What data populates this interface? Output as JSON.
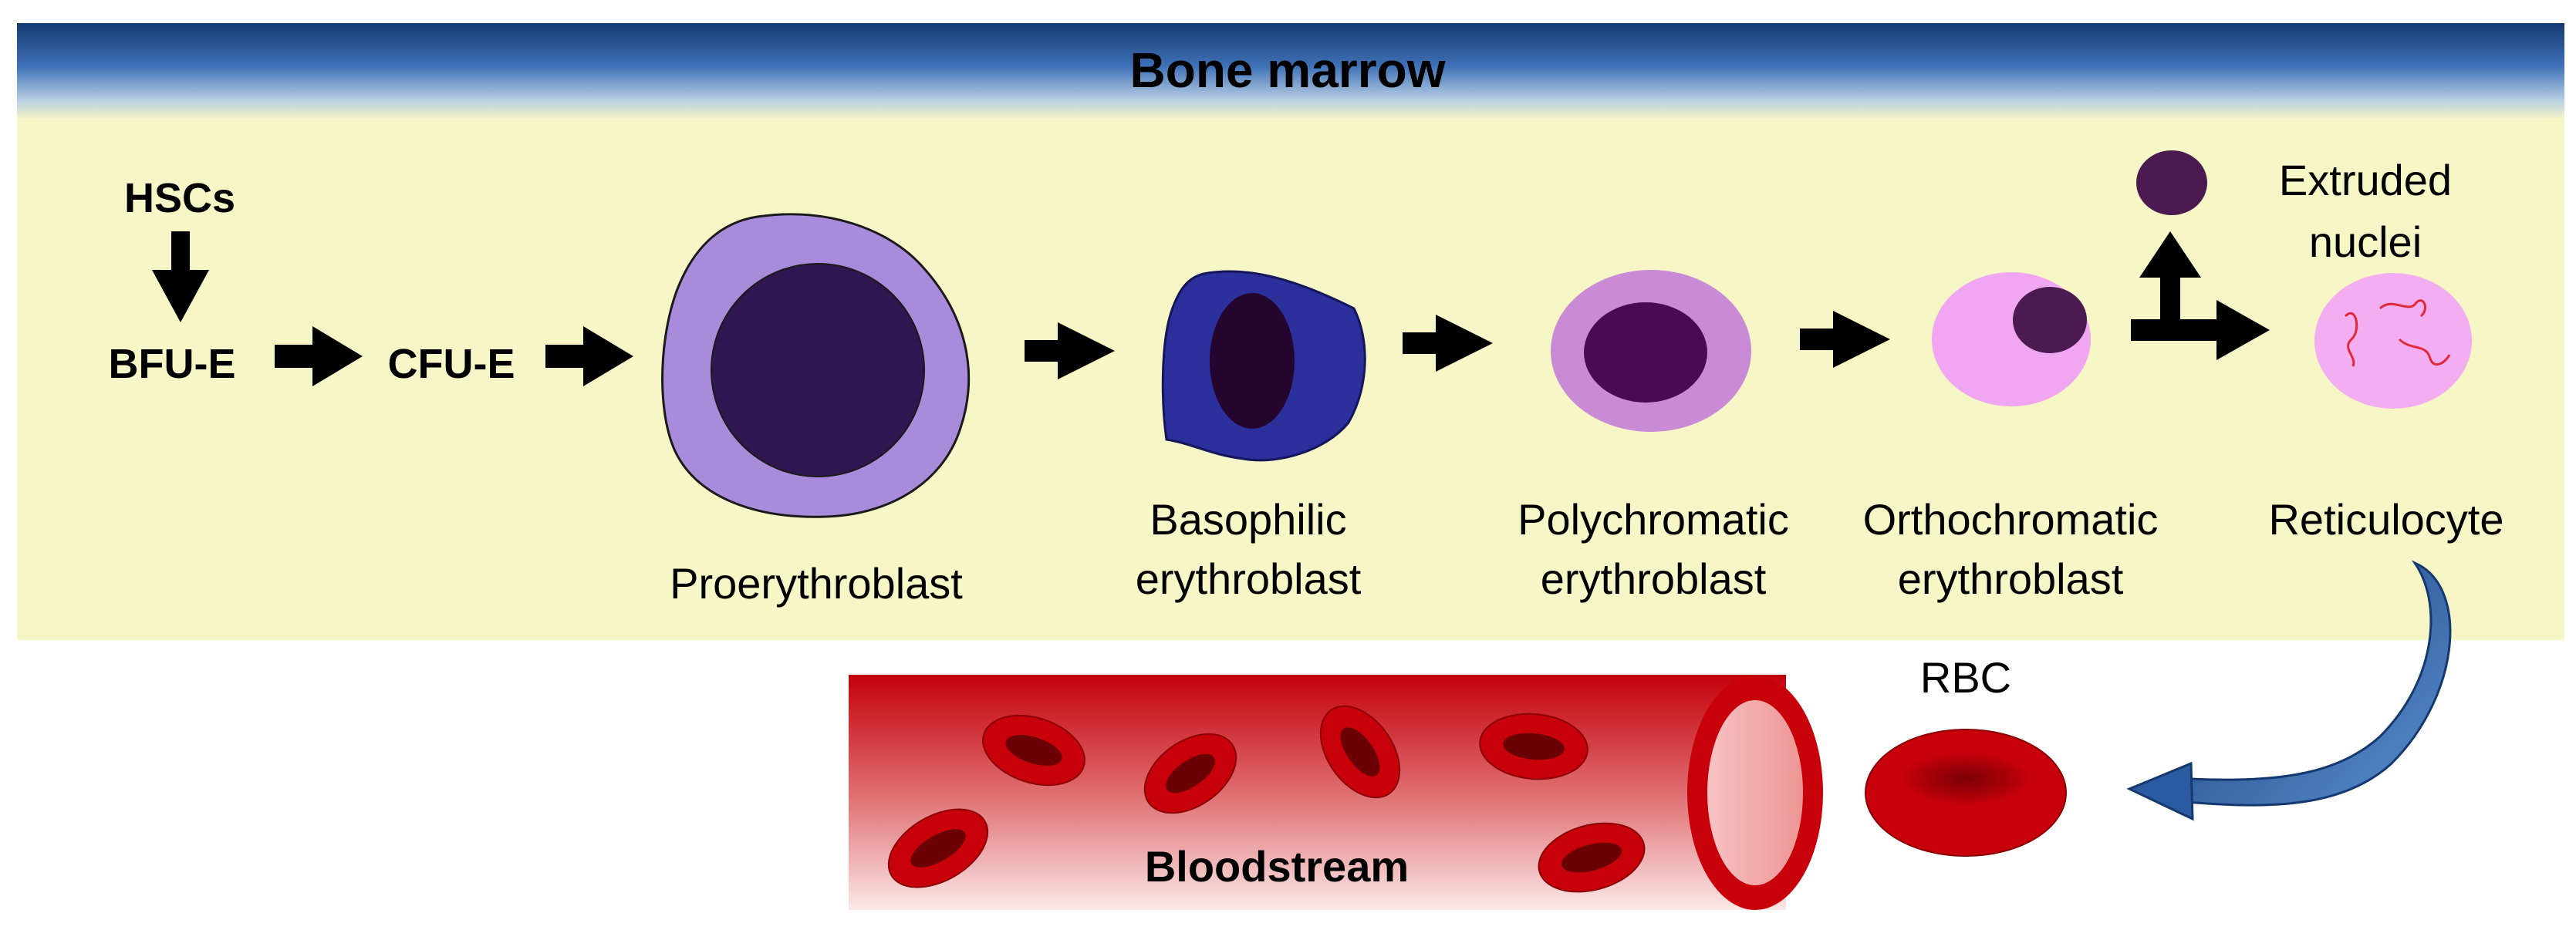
{
  "header": {
    "title": "Bone marrow"
  },
  "progenitors": {
    "hsc": "HSCs",
    "bfu": "BFU-E",
    "cfu": "CFU-E"
  },
  "stages": {
    "proerythroblast": [
      "Proerythroblast"
    ],
    "basophilic": [
      "Basophilic",
      "erythroblast"
    ],
    "polychromatic": [
      "Polychromatic",
      "erythroblast"
    ],
    "orthochromatic": [
      "Orthochromatic",
      "erythroblast"
    ],
    "reticulocyte": [
      "Reticulocyte"
    ]
  },
  "extruded": [
    "Extruded",
    "nuclei"
  ],
  "rbc_label": "RBC",
  "bloodstream_label": "Bloodstream",
  "colors": {
    "marrow_band": "#f7f6c6",
    "header_dark": "#1e4a8c",
    "proerythroblast_cytoplasm": "#a98bdc",
    "proerythroblast_nucleus": "#2e1650",
    "basophilic_cytoplasm": "#2a2f9c",
    "basophilic_nucleus": "#24052e",
    "polychromatic_cytoplasm": "#c98ad6",
    "polychromatic_nucleus": "#4a0a55",
    "orthochromatic_cytoplasm": "#f0a6f0",
    "orthochromatic_nucleus": "#4a1a50",
    "reticulocyte": "#f2aef0",
    "blood": "#c8000a"
  }
}
